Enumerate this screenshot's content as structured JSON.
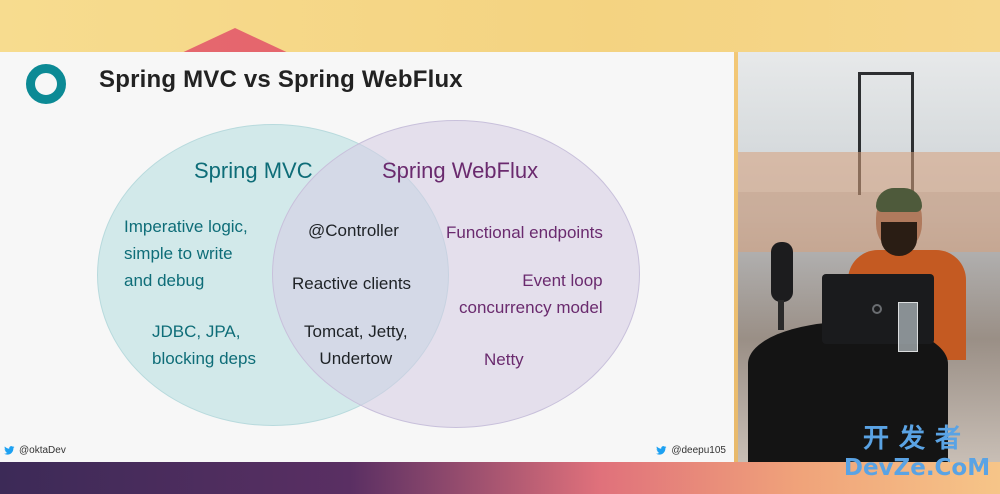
{
  "slide": {
    "title": "Spring MVC vs Spring WebFlux",
    "left_handle": "@oktaDev",
    "right_handle": "@deepu105",
    "brand_color": "#0c8a95",
    "venn": {
      "left_heading": "Spring MVC",
      "right_heading": "Spring WebFlux",
      "left_items": [
        "Imperative logic,\nsimple to write\nand debug",
        "JDBC, JPA,\nblocking deps"
      ],
      "middle_items": [
        "@Controller",
        "Reactive clients",
        "Tomcat, Jetty,\nUndertow"
      ],
      "right_items": [
        "Functional endpoints",
        "Event loop\nconcurrency model",
        "Netty"
      ],
      "left_color": "#0e6d78",
      "right_color": "#6a2a6e"
    }
  },
  "watermark": {
    "cn": "开发者",
    "en": "DevZe.CoM"
  }
}
